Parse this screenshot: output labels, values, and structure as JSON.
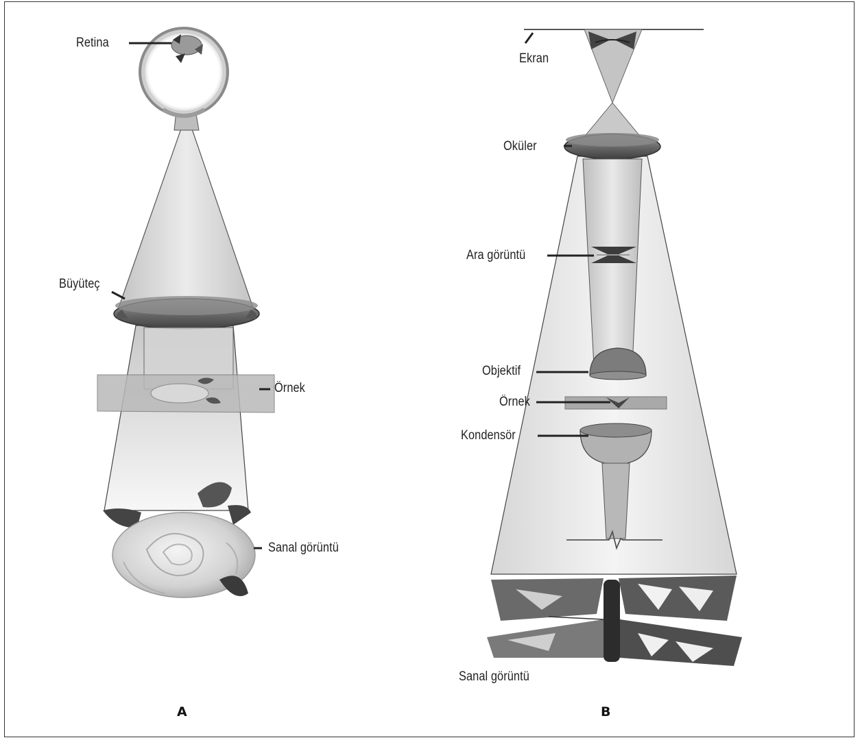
{
  "panel_a": {
    "letter": "A",
    "labels": {
      "retina": "Retina",
      "magnifier": "Büyüteç",
      "specimen": "Örnek",
      "virtual_image": "Sanal görüntü"
    }
  },
  "panel_b": {
    "letter": "B",
    "labels": {
      "screen": "Ekran",
      "eyepiece": "Oküler",
      "intermediate_image": "Ara görüntü",
      "objective": "Objektif",
      "specimen": "Örnek",
      "condenser": "Kondensör",
      "virtual_image": "Sanal görüntü"
    }
  },
  "colors": {
    "outline": "#333333",
    "beam": "#9a9a9a",
    "lens": "#6e6e6e"
  }
}
